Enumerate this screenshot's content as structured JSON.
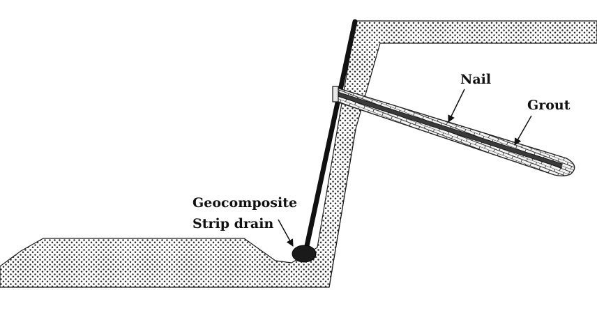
{
  "labels": {
    "nail": "Nail",
    "grout": "Grout",
    "geocomposite_line1": "Geocomposite",
    "geocomposite_line2": "Strip drain"
  },
  "colors": {
    "soil_dot": "#2a2a2a",
    "ink": "#111111",
    "background": "#ffffff",
    "drain_fill": "#1a1a1a",
    "grout_fill": "#f4f4f4"
  }
}
